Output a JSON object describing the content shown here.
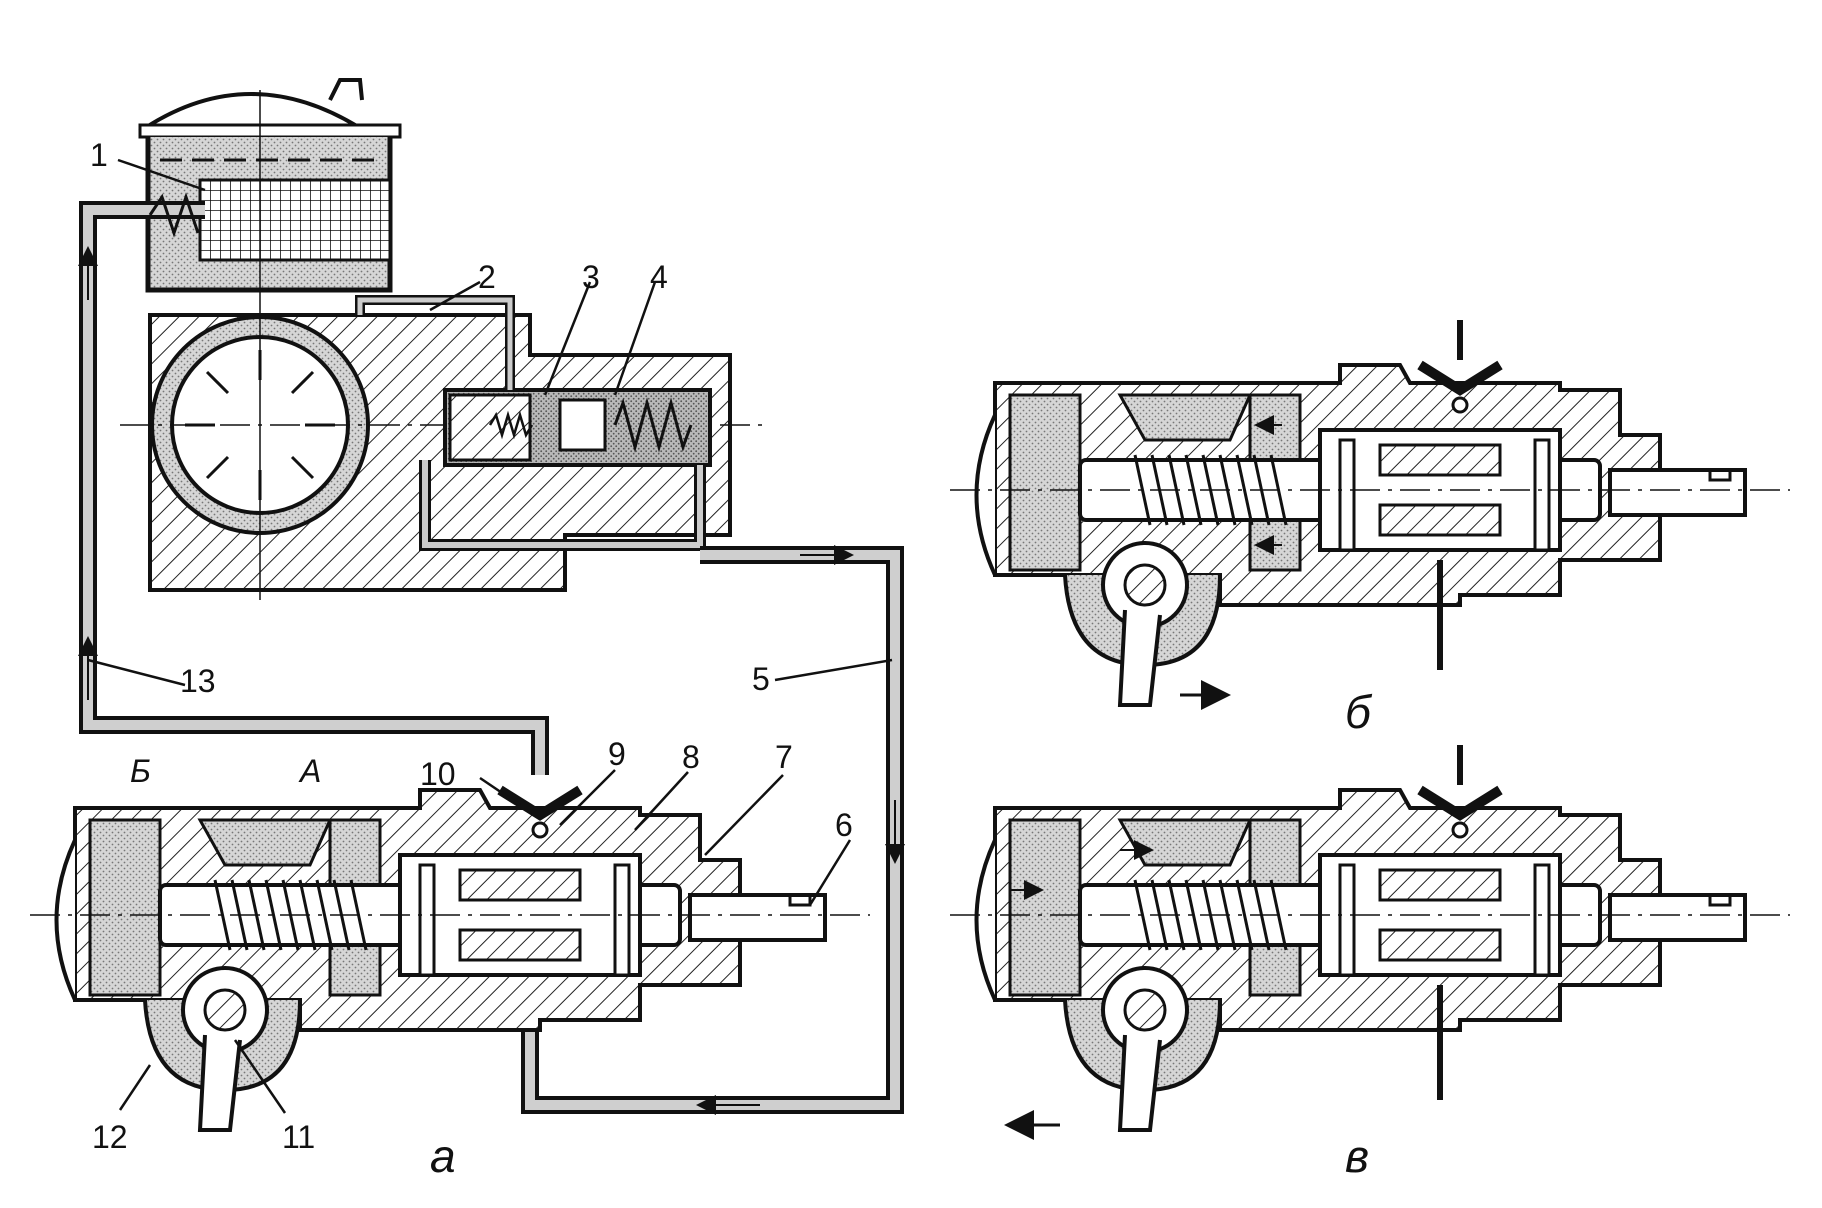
{
  "figure": {
    "callouts": [
      "1",
      "2",
      "3",
      "4",
      "5",
      "6",
      "7",
      "8",
      "9",
      "10",
      "11",
      "12",
      "13"
    ],
    "chamber_labels": {
      "A": "А",
      "B": "Б"
    },
    "view_labels": {
      "a": "а",
      "b": "б",
      "v": "в"
    }
  }
}
